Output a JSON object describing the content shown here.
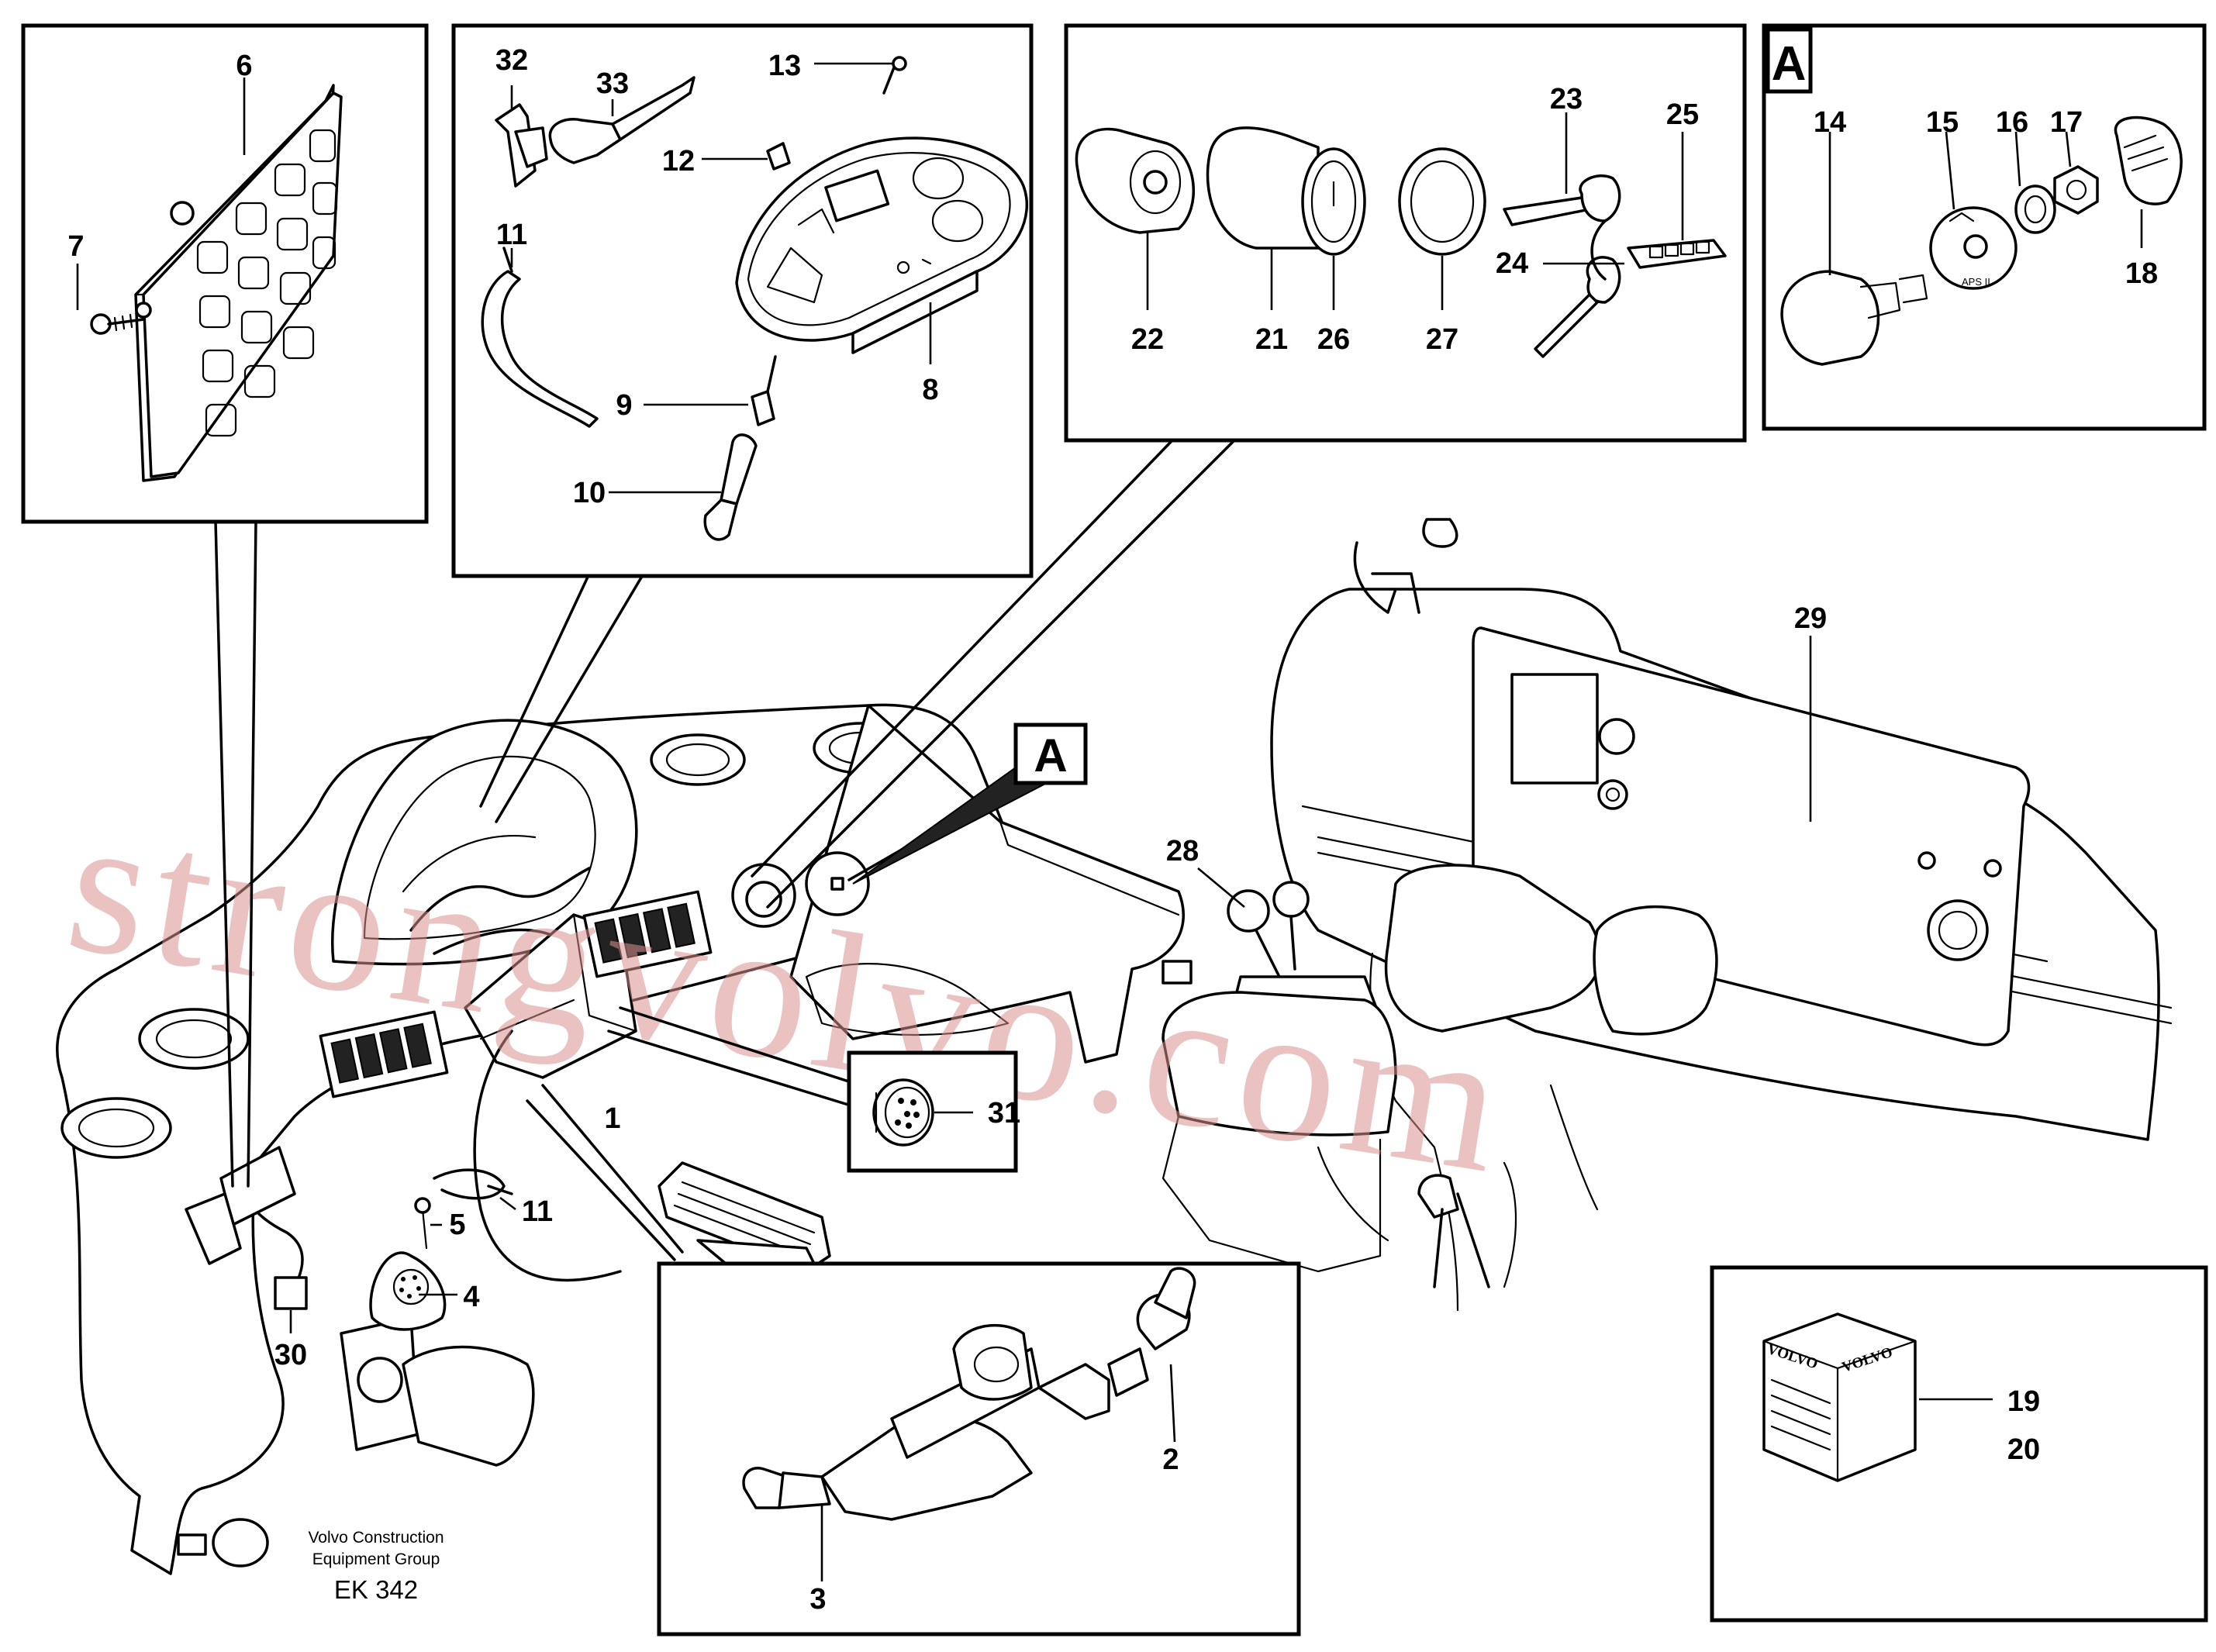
{
  "diagram": {
    "section_label": "A",
    "callout_label": "A",
    "part_numbers": [
      "1",
      "2",
      "3",
      "4",
      "5",
      "6",
      "7",
      "8",
      "9",
      "10",
      "11",
      "11",
      "12",
      "13",
      "14",
      "15",
      "16",
      "17",
      "18",
      "19",
      "20",
      "21",
      "22",
      "23",
      "24",
      "25",
      "26",
      "27",
      "28",
      "29",
      "30",
      "31",
      "32",
      "33"
    ],
    "knob_marking": "APS II",
    "box_brand_a": "VOLVO",
    "box_brand_b": "VOLVO",
    "footer": {
      "line1": "Volvo Construction",
      "line2": "Equipment Group",
      "code": "EK 342"
    },
    "watermark": "strongvolvo.com"
  }
}
